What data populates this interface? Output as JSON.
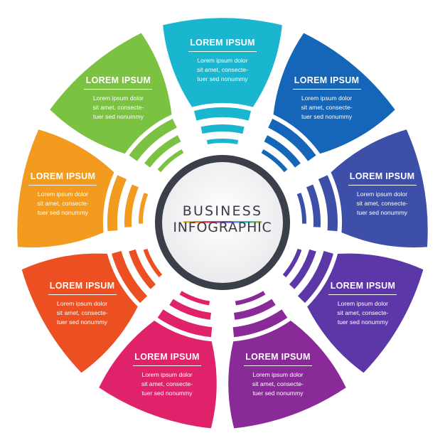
{
  "center": {
    "line1": "BUSINESS",
    "line2": "INFOGRAPHIC",
    "rainbow": [
      "#f0b400",
      "#f07a1a",
      "#e8335e",
      "#b23fa0",
      "#6a48c8",
      "#3aa3e0",
      "#1fb8c6",
      "#7cc242"
    ]
  },
  "colors": {
    "ring": "#3a3f4a",
    "bg": "#f2f2f2"
  },
  "steps": [
    {
      "id": "top",
      "color": "#1ab5cf",
      "title": "LOREM IPSUM",
      "body": "Lorem ipsum dolor\nsit amet, consecte-\ntuer sed nonummy"
    },
    {
      "id": "top-right",
      "color": "#1565b8",
      "title": "LOREM IPSUM",
      "body": "Lorem ipsum dolor\nsit amet, consecte-\ntuer sed nonummy"
    },
    {
      "id": "right",
      "color": "#3d4fa8",
      "title": "LOREM IPSUM",
      "body": "Lorem ipsum dolor\nsit amet, consecte-\ntuer sed nonummy"
    },
    {
      "id": "bottom-right",
      "color": "#5b37a8",
      "title": "LOREM IPSUM",
      "body": "Lorem ipsum dolor\nsit amet, consecte-\ntuer sed nonummy"
    },
    {
      "id": "bottom",
      "color": "#8a2a98",
      "title": "LOREM IPSUM",
      "body": "Lorem ipsum dolor\nsit amet, consecte-\ntuer sed nonummy"
    },
    {
      "id": "bottom-left",
      "color": "#e0226a",
      "title": "LOREM IPSUM",
      "body": "Lorem ipsum dolor\nsit amet, consecte-\ntuer sed nonummy"
    },
    {
      "id": "left-low",
      "color": "#ec5022",
      "title": "LOREM IPSUM",
      "body": "Lorem ipsum dolor\nsit amet, consecte-\ntuer sed nonummy"
    },
    {
      "id": "left",
      "color": "#f29b1e",
      "title": "LOREM IPSUM",
      "body": "Lorem ipsum dolor\nsit amet, consecte-\ntuer sed nonummy"
    },
    {
      "id": "top-left",
      "color": "#7cc242",
      "title": "LOREM IPSUM",
      "body": "Lorem ipsum dolor\nsit amet, consecte-\ntuer sed nonummy"
    }
  ]
}
